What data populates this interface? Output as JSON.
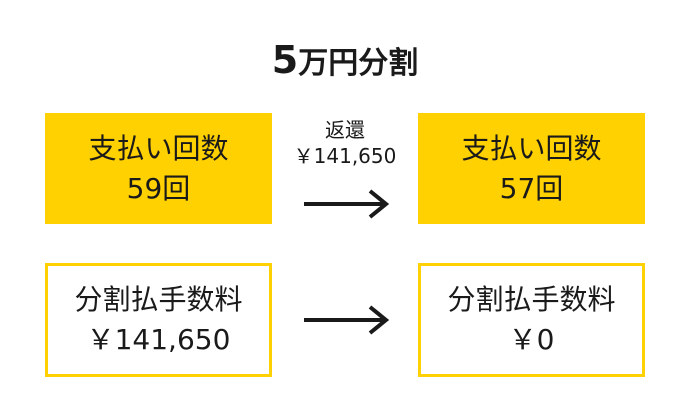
{
  "title": {
    "number": "5",
    "suffix": "万円分割"
  },
  "installments": {
    "before": {
      "label": "支払い回数",
      "value": "59回"
    },
    "after": {
      "label": "支払い回数",
      "value": "57回"
    }
  },
  "refund": {
    "label": "返還",
    "amount": "￥141,650"
  },
  "fee": {
    "before": {
      "label": "分割払手数料",
      "value": "￥141,650"
    },
    "after": {
      "label": "分割払手数料",
      "value": "￥0"
    }
  },
  "colors": {
    "accent": "#FFD100",
    "text": "#1a1a1a"
  },
  "icons": [
    "arrow-right-icon"
  ]
}
